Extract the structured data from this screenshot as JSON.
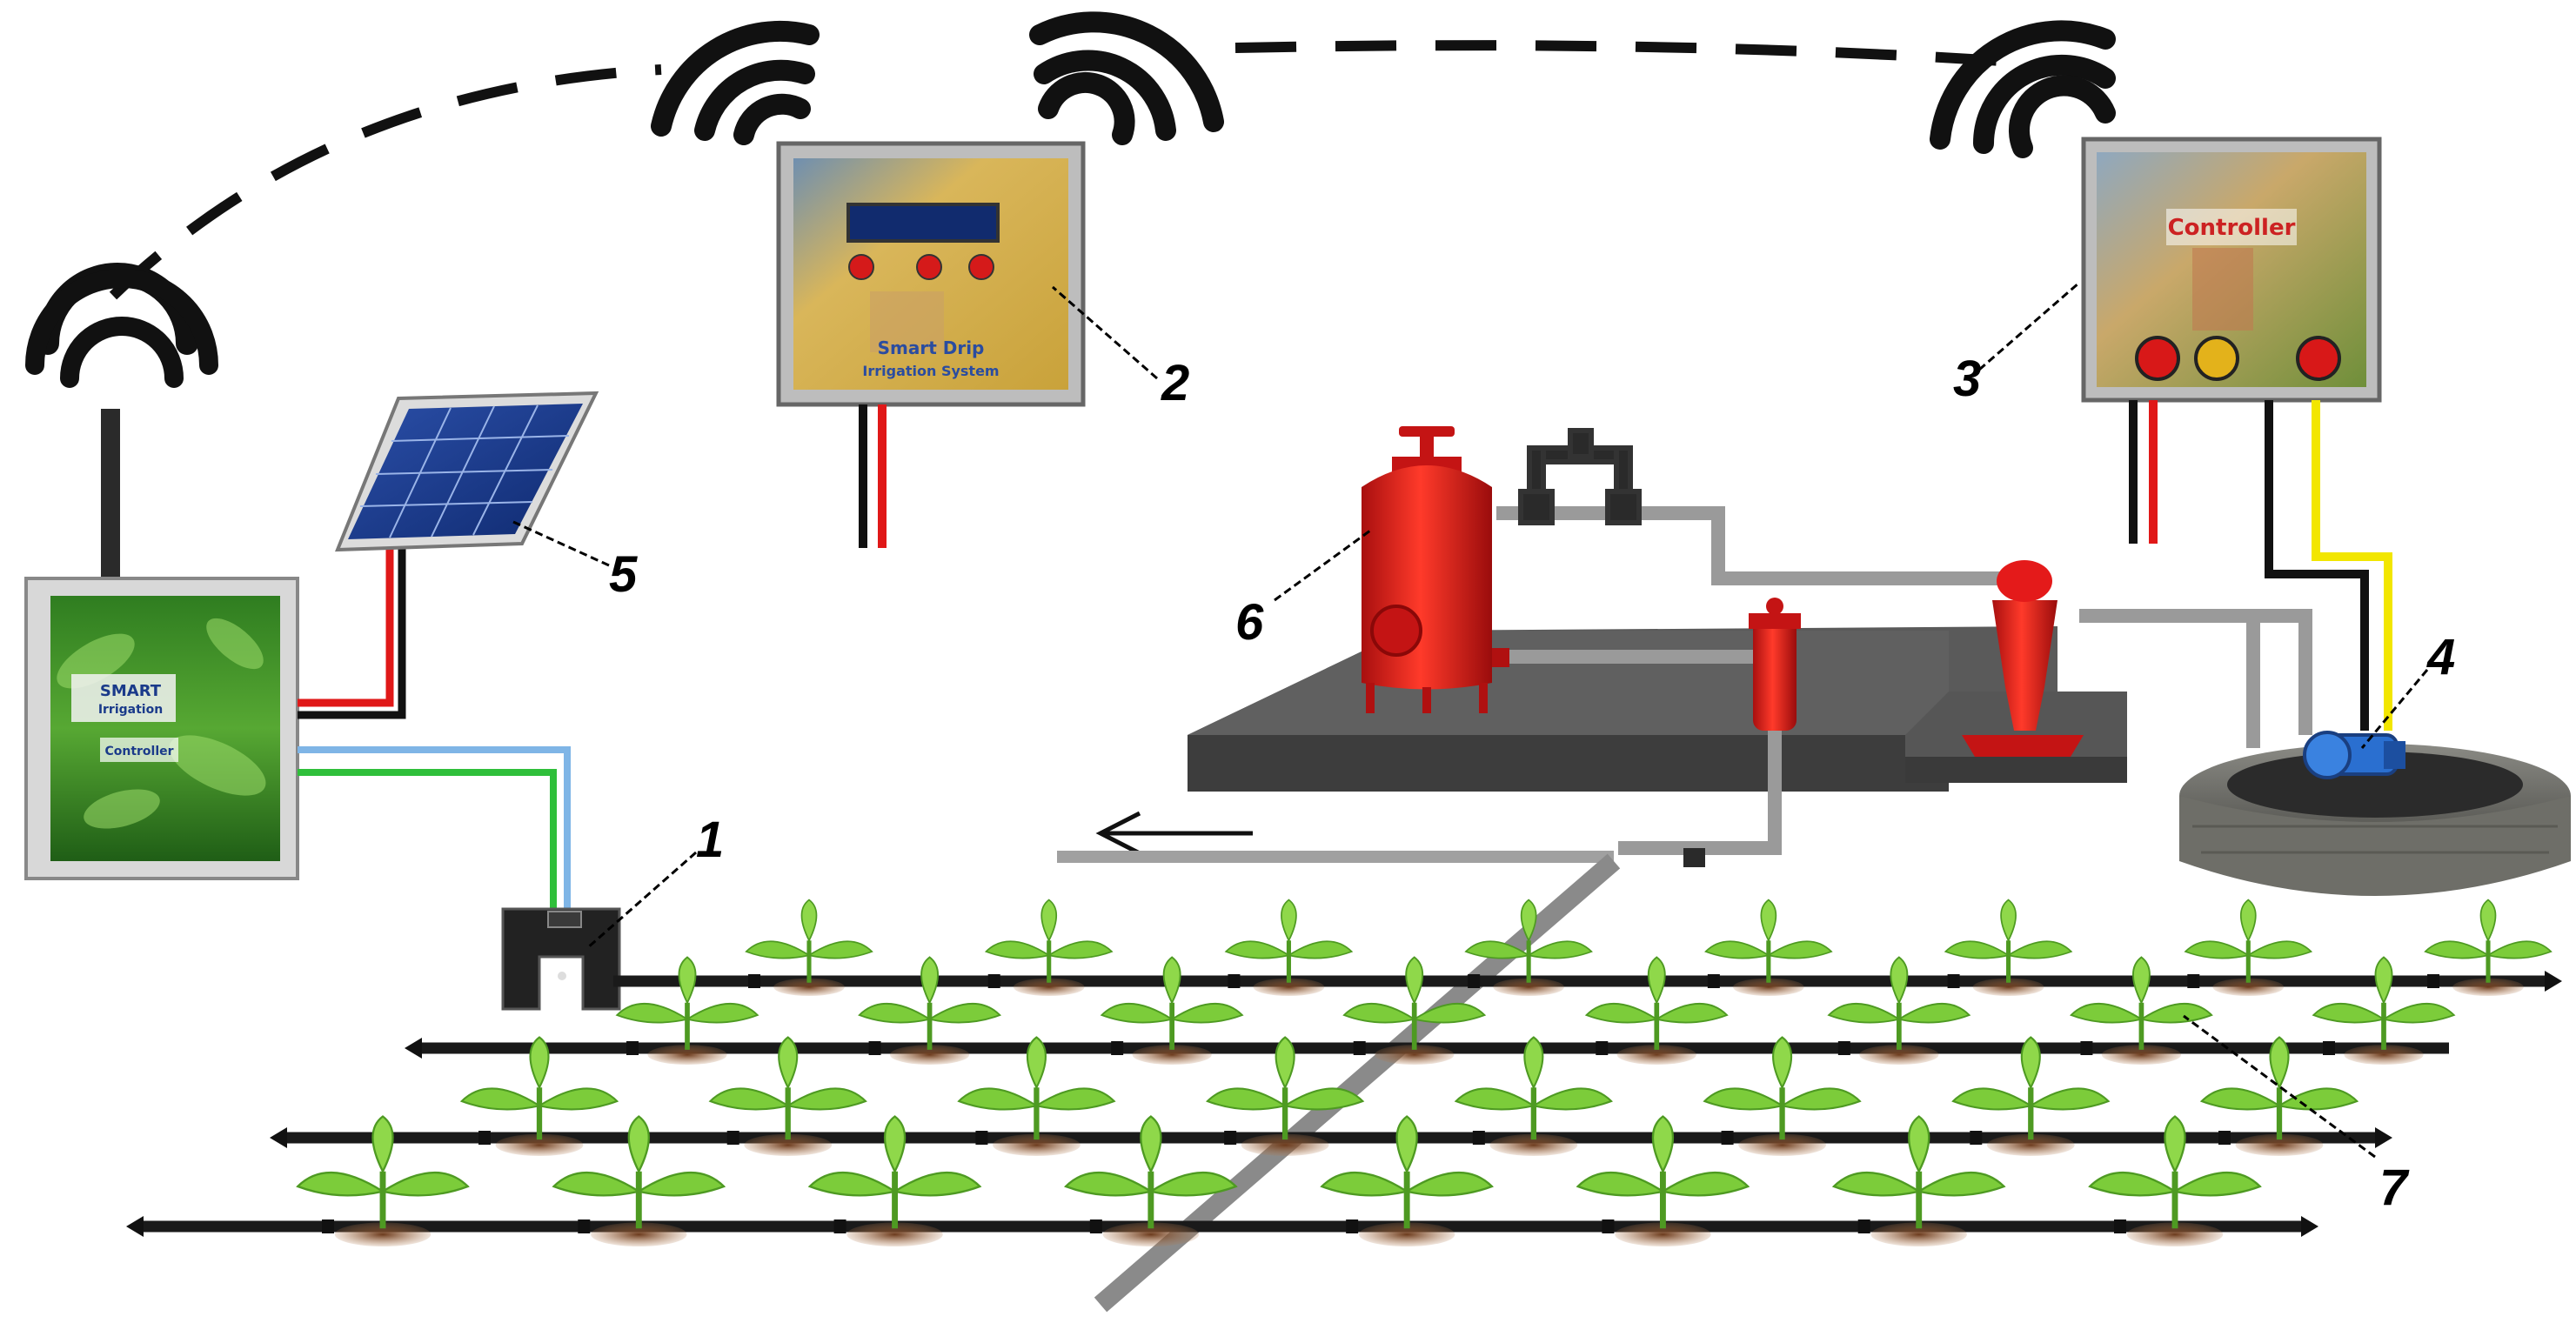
{
  "callouts": {
    "soil_sensor": "1",
    "controller_box": "2",
    "pump_controller": "3",
    "pump": "4",
    "solar_panel": "5",
    "fertilizer_tank": "6",
    "drip_lines": "7"
  },
  "panels": {
    "gateway_brand": "SMART",
    "gateway_sub": "Irrigation",
    "gateway_bottom": "Controller",
    "box2_line1": "Smart Drip",
    "box2_line2": "Irrigation System",
    "box3_title": "Controller"
  },
  "colors": {
    "wire_red": "#e01818",
    "wire_black": "#111111",
    "wire_blue": "#7fb5e6",
    "wire_green": "#2fbf3a",
    "wire_yellow": "#f2e600",
    "tank_red": "#e41a1a",
    "platform": "#4a4a4a",
    "pump_blue": "#2a6fd0",
    "leaf_green": "#7ccc3a",
    "pipe_gray": "#9a9a9a"
  },
  "icons": [
    "wifi-icon",
    "antenna-icon",
    "solar-panel-icon",
    "arrow-left-icon",
    "plant-icon"
  ]
}
